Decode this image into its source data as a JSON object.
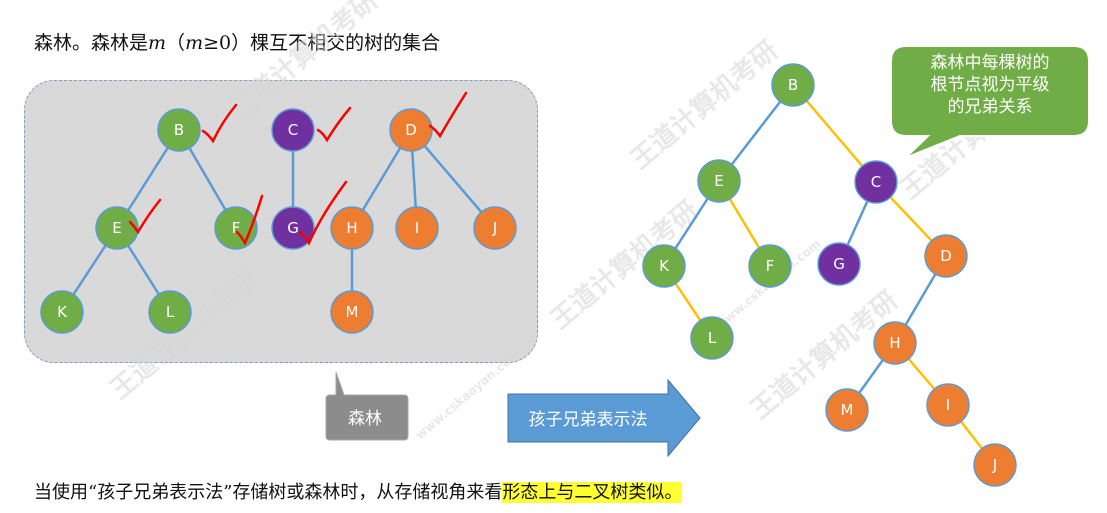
{
  "title": {
    "prefix": "森林。森林是",
    "var1": "m",
    "mid": "（",
    "var2": "m",
    "cond": "≥0）棵互不相交的树的集合"
  },
  "forest_nodes": [
    "B",
    "C",
    "D",
    "E",
    "F",
    "G",
    "H",
    "I",
    "J",
    "K",
    "L",
    "M"
  ],
  "binary_nodes": [
    "B",
    "E",
    "C",
    "K",
    "F",
    "G",
    "D",
    "L",
    "H",
    "M",
    "I",
    "J"
  ],
  "bubble_lines": [
    "森林中每棵树的",
    "根节点视为平级",
    "的兄弟关系"
  ],
  "forest_callout": "森林",
  "arrow_label": "孩子兄弟表示法",
  "footer": {
    "text": "当使用“孩子兄弟表示法”存储树或森林时，从存储视角来看",
    "highlight": "形态上与二叉树类似。"
  },
  "watermark_text": "王道计算机考研",
  "watermark_url": "www.cskaoyan.com",
  "colors": {
    "green": "#70ad47",
    "purple": "#7030a0",
    "orange": "#ed7d31",
    "blue_edge": "#5b9bd5",
    "yellow_edge": "#ffc000",
    "check": "#ff0000",
    "callout_gray": "#8c8c8c",
    "arrow_blue": "#5b9bd5",
    "highlight": "#ffff33"
  }
}
